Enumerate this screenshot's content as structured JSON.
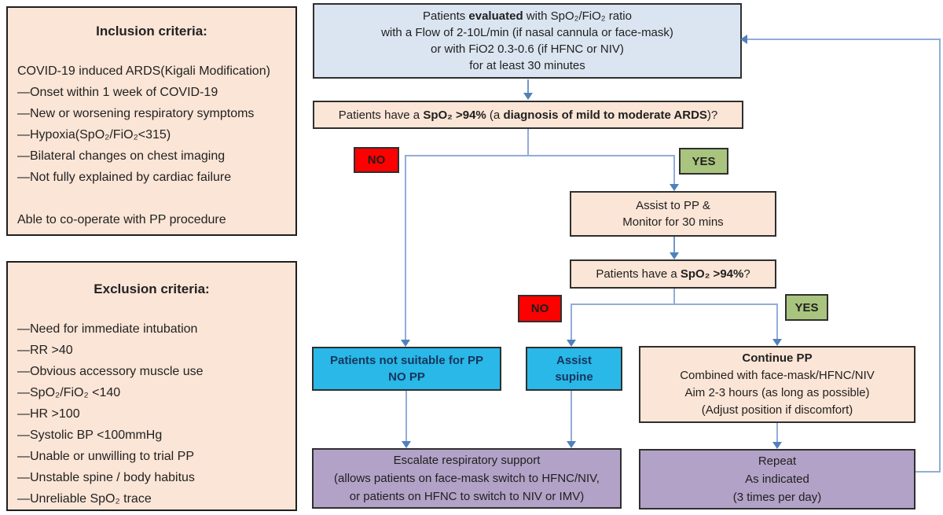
{
  "palette": {
    "peach": "#fbe5d6",
    "bluebox": "#dbe5f1",
    "cyan": "#29b8e8",
    "purple": "#b2a2c7",
    "red": "#ff0000",
    "green": "#a9c47e",
    "line": "#93acd9",
    "arrow": "#4f81bd"
  },
  "inclusion": {
    "title": "Inclusion criteria:",
    "lines": [
      "COVID-19 induced ARDS(Kigali Modification)",
      "—Onset within 1 week of COVID-19",
      "—New or worsening respiratory symptoms",
      "—Hypoxia(SpO₂/FiO₂<315)",
      "—Bilateral changes on chest imaging",
      "—Not fully explained by cardiac failure",
      "Able to co-operate with PP procedure"
    ]
  },
  "exclusion": {
    "title": "Exclusion criteria:",
    "lines": [
      "—Need for immediate intubation",
      "—RR >40",
      "—Obvious accessory muscle use",
      "—SpO₂/FiO₂ <140",
      "—HR >100",
      "—Systolic BP <100mmHg",
      "—Unable or unwilling to trial PP",
      "—Unstable spine / body habitus",
      "—Unreliable SpO₂ trace"
    ]
  },
  "flow": {
    "no_label": "NO",
    "yes_label": "YES",
    "eval_box": {
      "l1a": "Patients ",
      "l1b": "evaluated",
      "l1c": " with SpO₂/FiO₂ ratio",
      "l2": "with a Flow of 2-10L/min (if nasal cannula or face-mask)",
      "l3": "or with FiO2 0.3-0.6 (if HFNC or NIV)",
      "l4": "for at least 30 minutes"
    },
    "q1": {
      "a": "Patients have a ",
      "b": "SpO₂ >94%",
      "c": " (a ",
      "d": "diagnosis of mild to moderate ARDS",
      "e": ")?"
    },
    "assist_pp": {
      "l1": "Assist to PP &",
      "l2": "Monitor for 30 mins"
    },
    "q2": {
      "a": "Patients have a ",
      "b": "SpO₂ >94%",
      "c": "?"
    },
    "not_suitable": {
      "l1": "Patients not suitable for PP",
      "l2": "NO PP"
    },
    "assist_supine": {
      "l1": "Assist",
      "l2": "supine"
    },
    "continue_pp": {
      "l1": "Continue PP",
      "l2": "Combined with face-mask/HFNC/NIV",
      "l3": "Aim 2-3 hours (as long as possible)",
      "l4": "(Adjust position if discomfort)"
    },
    "escalate": {
      "l1": "Escalate respiratory support",
      "l2": "(allows patients on face-mask switch to HFNC/NIV,",
      "l3": "or patients on HFNC to switch to NIV or IMV)"
    },
    "repeat": {
      "l1": "Repeat",
      "l2": "As indicated",
      "l3": "(3 times per day)"
    }
  }
}
